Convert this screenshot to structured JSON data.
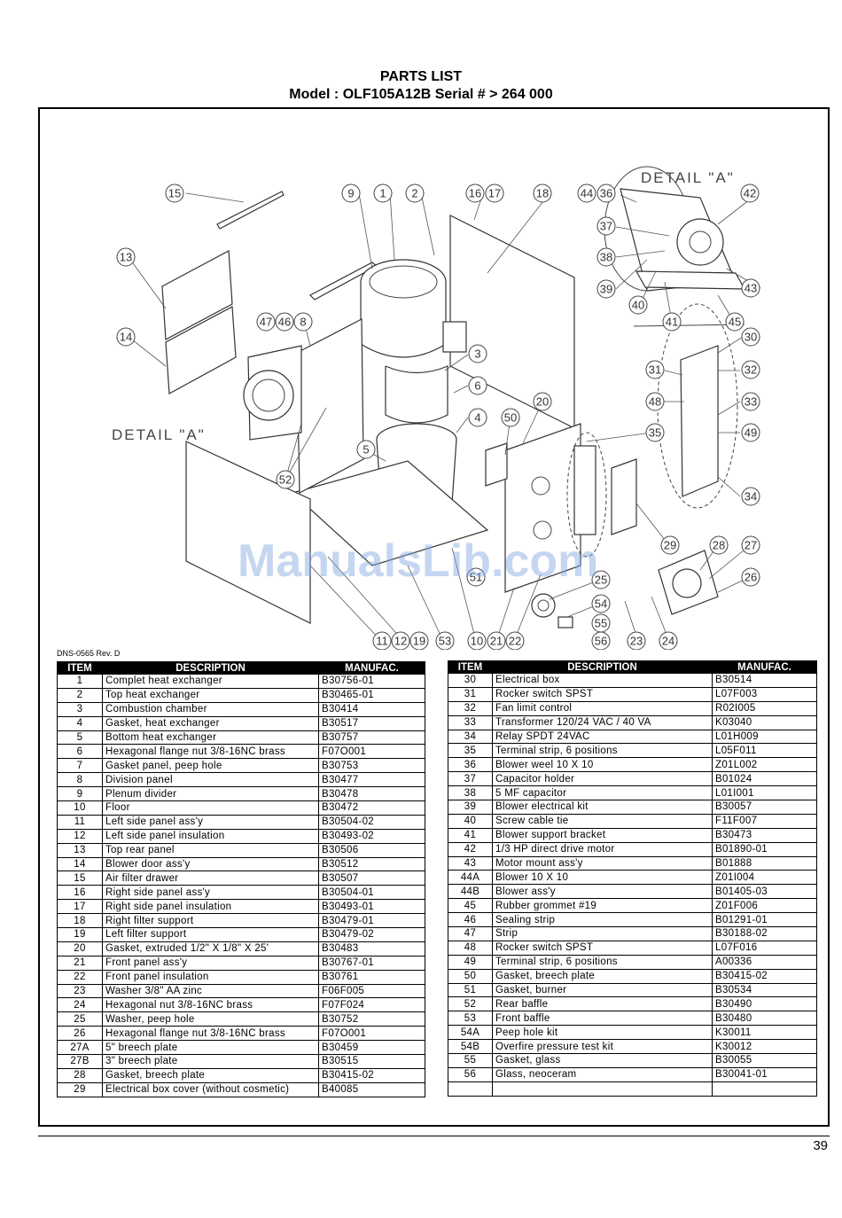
{
  "header": {
    "title": "PARTS LIST",
    "subtitle": "Model : OLF105A12B Serial # > 264 000"
  },
  "drawing": {
    "ref": "DNS-0565 Rev. D",
    "detail_label_top": "DETAIL \"A\"",
    "detail_label_left": "DETAIL \"A\"",
    "watermark": "ManualsLib.com",
    "callouts": [
      "15",
      "9",
      "1",
      "2",
      "16",
      "17",
      "18",
      "44",
      "36",
      "42",
      "13",
      "37",
      "38",
      "39",
      "40",
      "41",
      "43",
      "45",
      "14",
      "47",
      "46",
      "8",
      "30",
      "3",
      "31",
      "32",
      "6",
      "48",
      "33",
      "4",
      "50",
      "20",
      "35",
      "49",
      "5",
      "52",
      "34",
      "29",
      "28",
      "27",
      "26",
      "25",
      "54",
      "55",
      "11",
      "12",
      "19",
      "53",
      "10",
      "21",
      "22",
      "56",
      "23",
      "24",
      "51"
    ]
  },
  "table": {
    "headers": [
      "ITEM",
      "DESCRIPTION",
      "MANUFAC."
    ],
    "left": [
      [
        "1",
        "Complet heat exchanger",
        "B30756-01"
      ],
      [
        "2",
        "Top heat exchanger",
        "B30465-01"
      ],
      [
        "3",
        "Combustion chamber",
        "B30414"
      ],
      [
        "4",
        "Gasket, heat exchanger",
        "B30517"
      ],
      [
        "5",
        "Bottom heat exchanger",
        "B30757"
      ],
      [
        "6",
        "Hexagonal flange nut 3/8-16NC brass",
        "F07O001"
      ],
      [
        "7",
        "Gasket panel, peep hole",
        "B30753"
      ],
      [
        "8",
        "Division panel",
        "B30477"
      ],
      [
        "9",
        "Plenum divider",
        "B30478"
      ],
      [
        "10",
        "Floor",
        "B30472"
      ],
      [
        "11",
        "Left side panel ass'y",
        "B30504-02"
      ],
      [
        "12",
        "Left side panel insulation",
        "B30493-02"
      ],
      [
        "13",
        "Top rear panel",
        "B30506"
      ],
      [
        "14",
        "Blower door ass'y",
        "B30512"
      ],
      [
        "15",
        "Air filter drawer",
        "B30507"
      ],
      [
        "16",
        "Right side panel ass'y",
        "B30504-01"
      ],
      [
        "17",
        "Right side panel insulation",
        "B30493-01"
      ],
      [
        "18",
        "Right filter support",
        "B30479-01"
      ],
      [
        "19",
        "Left filter support",
        "B30479-02"
      ],
      [
        "20",
        "Gasket, extruded 1/2\" X 1/8\" X 25'",
        "B30483"
      ],
      [
        "21",
        "Front panel ass'y",
        "B30767-01"
      ],
      [
        "22",
        "Front panel insulation",
        "B30761"
      ],
      [
        "23",
        "Washer 3/8\" AA zinc",
        "F06F005"
      ],
      [
        "24",
        "Hexagonal nut 3/8-16NC brass",
        "F07F024"
      ],
      [
        "25",
        "Washer, peep hole",
        "B30752"
      ],
      [
        "26",
        "Hexagonal flange nut 3/8-16NC brass",
        "F07O001"
      ],
      [
        "27A",
        "5\" breech plate",
        "B30459"
      ],
      [
        "27B",
        "3\" breech plate",
        "B30515"
      ],
      [
        "28",
        "Gasket, breech plate",
        "B30415-02"
      ],
      [
        "29",
        "Electrical box cover  (without cosmetic)",
        "B40085"
      ]
    ],
    "right": [
      [
        "30",
        "Electrical box",
        "B30514"
      ],
      [
        "31",
        "Rocker switch SPST",
        "L07F003"
      ],
      [
        "32",
        "Fan limit control",
        "R02I005"
      ],
      [
        "33",
        "Transformer 120/24 VAC / 40 VA",
        "K03040"
      ],
      [
        "34",
        "Relay SPDT 24VAC",
        "L01H009"
      ],
      [
        "35",
        "Terminal strip, 6 positions",
        "L05F011"
      ],
      [
        "36",
        "Blower weel 10 X 10",
        "Z01L002"
      ],
      [
        "37",
        "Capacitor holder",
        "B01024"
      ],
      [
        "38",
        "5 MF capacitor",
        "L01I001"
      ],
      [
        "39",
        "Blower electrical kit",
        "B30057"
      ],
      [
        "40",
        "Screw cable tie",
        "F11F007"
      ],
      [
        "41",
        "Blower support bracket",
        "B30473"
      ],
      [
        "42",
        "1/3 HP direct drive motor",
        "B01890-01"
      ],
      [
        "43",
        "Motor mount ass'y",
        "B01888"
      ],
      [
        "44A",
        "Blower 10 X 10",
        "Z01I004"
      ],
      [
        "44B",
        "Blower ass'y",
        "B01405-03"
      ],
      [
        "45",
        "Rubber grommet #19",
        "Z01F006"
      ],
      [
        "46",
        "Sealing strip",
        "B01291-01"
      ],
      [
        "47",
        "Strip",
        "B30188-02"
      ],
      [
        "48",
        "Rocker switch SPST",
        "L07F016"
      ],
      [
        "49",
        "Terminal strip, 6 positions",
        "A00336"
      ],
      [
        "50",
        "Gasket, breech plate",
        "B30415-02"
      ],
      [
        "51",
        "Gasket, burner",
        "B30534"
      ],
      [
        "52",
        "Rear baffle",
        "B30490"
      ],
      [
        "53",
        "Front baffle",
        "B30480"
      ],
      [
        "54A",
        "Peep hole kit",
        "K30011"
      ],
      [
        "54B",
        "Overfire pressure test kit",
        "K30012"
      ],
      [
        "55",
        "Gasket, glass",
        "B30055"
      ],
      [
        "56",
        "Glass, neoceram",
        "B30041-01"
      ],
      [
        "",
        "",
        ""
      ]
    ]
  },
  "footer": {
    "page_number": "39"
  }
}
